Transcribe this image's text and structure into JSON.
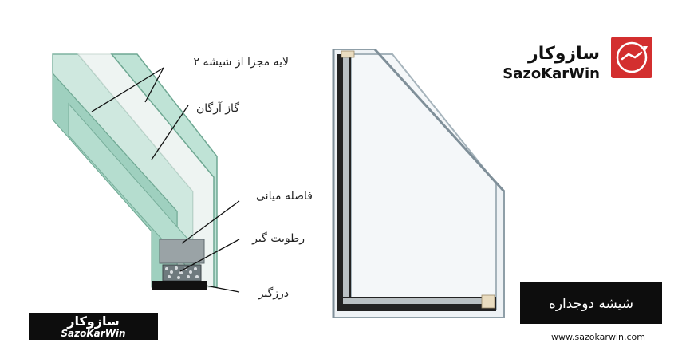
{
  "labels": {
    "glass_layers": "۲ لایه مجزا از شیشه",
    "argon_gas": "گاز آرگان",
    "spacer": "فاصله میانی",
    "desiccant": "رطوبت گیر",
    "sealant": "درزگیر"
  },
  "brand": {
    "name_fa": "سازوکار",
    "name_en": "SazoKarWin",
    "logo_color": "#d32f2f"
  },
  "watermark": {
    "name_fa": "سازوکار",
    "name_en": "SazoKarWin"
  },
  "title": "شیشه دوجداره",
  "website": "www.sazokarwin.com"
}
